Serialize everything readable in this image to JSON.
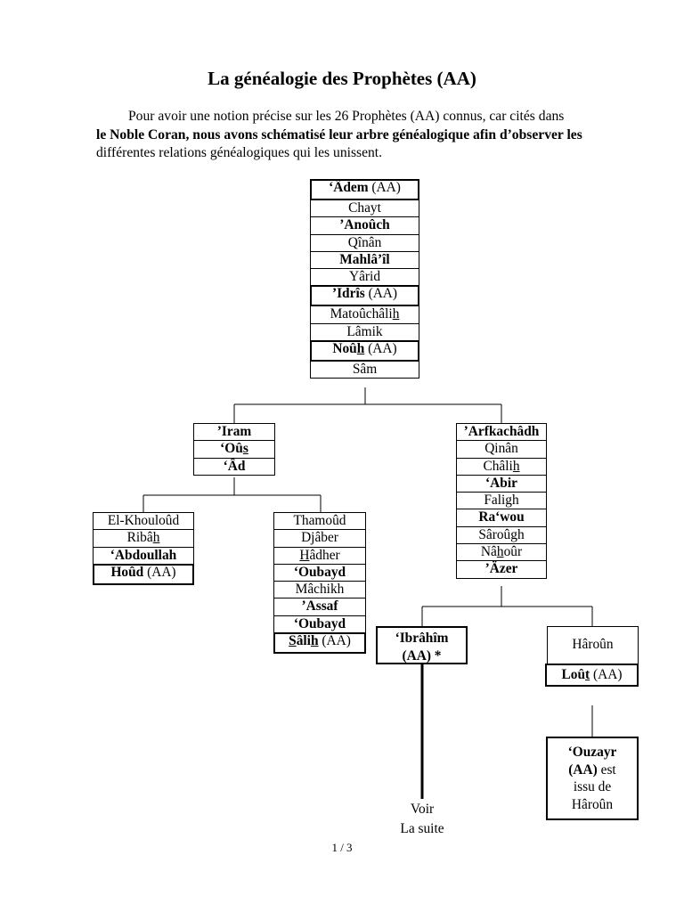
{
  "title": "La généalogie des Prophètes (AA)",
  "intro": {
    "line1": "Pour avoir une notion précise sur les 26 Prophètes (AA) connus, car cités dans",
    "line2": "le Noble Coran, nous avons schématisé leur arbre généalogique afin d’observer les",
    "line3": "différentes relations généalogiques qui les unissent."
  },
  "chain_main": [
    {
      "name": "‘Âdem",
      "suffix": " (AA)"
    },
    {
      "name": "Chayt"
    },
    {
      "name": "’Anoûch"
    },
    {
      "name": "Qînân"
    },
    {
      "name": "Mahlâ’îl"
    },
    {
      "name": "Yârid"
    },
    {
      "name": "’Idrîs",
      "suffix": " (AA)"
    },
    {
      "name": "Matoûchâli",
      "u": "h"
    },
    {
      "name": "Lâmik"
    },
    {
      "name": "Noû",
      "u": "h",
      "suffix": " (AA)"
    },
    {
      "name": "Sâm"
    }
  ],
  "chain_iram": [
    {
      "name": "’Iram"
    },
    {
      "name": "‘Oû",
      "u": "s"
    },
    {
      "name": "‘Âd"
    }
  ],
  "chain_khoulod": [
    {
      "name": "El-Khouloûd"
    },
    {
      "name": "Ribâ",
      "u": "h"
    },
    {
      "name": "‘Abdoullah"
    },
    {
      "name": "Hoûd",
      "suffix": " (AA)"
    }
  ],
  "chain_thamoud": [
    {
      "name": "Thamoûd"
    },
    {
      "name": "Djâber"
    },
    {
      "pre": "",
      "u": "H",
      "name": "âdher"
    },
    {
      "name": "‘Oubayd"
    },
    {
      "name": "Mâchikh"
    },
    {
      "name": "’Assaf"
    },
    {
      "name": "‘Oubayd"
    },
    {
      "u": "S",
      "name": "âli",
      "u2": "h",
      "suffix": " (AA)"
    }
  ],
  "chain_arfak": [
    {
      "name": "’Arfkachâdh"
    },
    {
      "name": "Qinân"
    },
    {
      "name": "Châli",
      "u": "h"
    },
    {
      "name": "‘Abir"
    },
    {
      "name": "Faligh"
    },
    {
      "name": "Ra‘wou"
    },
    {
      "name": "Sâroûgh"
    },
    {
      "name": "Nâ",
      "u": "h",
      "name2": "oûr"
    },
    {
      "name": "’Äzer"
    }
  ],
  "ibrahim": {
    "line1": "‘Ibrâhîm",
    "line2": "(AA) *"
  },
  "haroun": {
    "label": "Hâroûn"
  },
  "lout": {
    "name": "Loû",
    "u": "t",
    "suffix": " (AA)"
  },
  "ouzayr": {
    "line1": "‘Ouzayr",
    "line2a": "(AA)",
    "line2b": " est",
    "line3": "issu de",
    "line4": "Hâroûn"
  },
  "voir": {
    "line1": "Voir",
    "line2": "La suite"
  },
  "page_number": "1 / 3"
}
